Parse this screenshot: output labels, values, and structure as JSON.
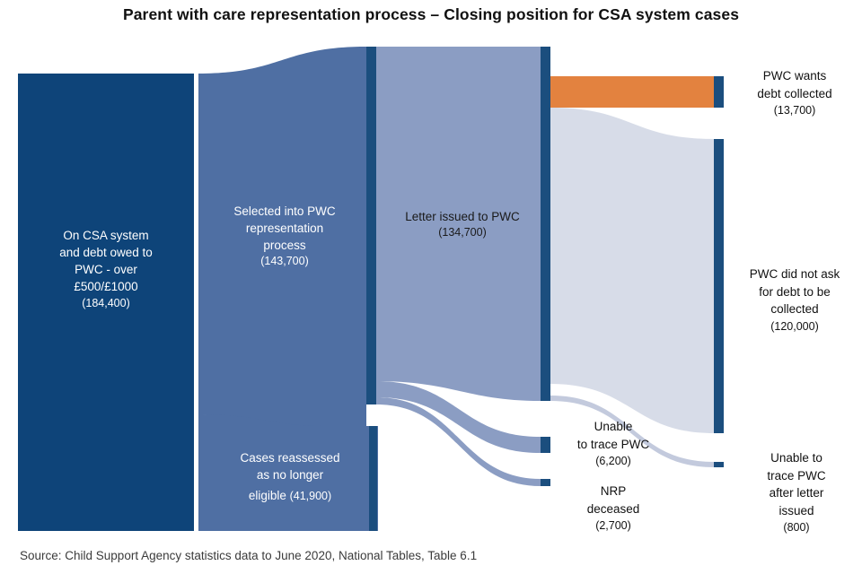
{
  "title": "Parent with care representation process – Closing position for CSA system cases",
  "source": "Source: Child Support Agency statistics data to June 2020, National Tables, Table 6.1",
  "colors": {
    "node_dark": "#1B4E7E",
    "node_darkest": "#0E4479",
    "flow_mid_blue": "#4F6FA3",
    "flow_light_blue": "#8B9DC3",
    "flow_pale_blue": "#D7DCE8",
    "flow_orange": "#E3823F",
    "background": "#FFFFFF",
    "text_dark": "#111111",
    "text_light": "#FFFFFF"
  },
  "nodes": {
    "on_csa_system": {
      "label_lines": [
        "On CSA system",
        "and debt owed to",
        "PWC - over",
        "£500/£1000"
      ],
      "value": "(184,400)",
      "raw_value": 184400
    },
    "selected_into_process": {
      "label_lines": [
        "Selected into PWC",
        "representation",
        "process"
      ],
      "value": "(143,700)",
      "raw_value": 143700
    },
    "cases_reassessed": {
      "label_lines": [
        "Cases reassessed",
        "as no longer"
      ],
      "last_line": "eligible",
      "value": "(41,900)",
      "raw_value": 41900
    },
    "letter_issued": {
      "label_lines": [
        "Letter issued to PWC"
      ],
      "value": "(134,700)",
      "raw_value": 134700
    },
    "unable_to_trace_pwc": {
      "label_lines": [
        "Unable",
        "to trace PWC"
      ],
      "value": "(6,200)",
      "raw_value": 6200
    },
    "nrp_deceased": {
      "label_lines": [
        "NRP",
        "deceased"
      ],
      "value": "(2,700)",
      "raw_value": 2700
    },
    "pwc_wants_debt_collected": {
      "label_lines": [
        "PWC wants",
        "debt collected"
      ],
      "value": "(13,700)",
      "raw_value": 13700
    },
    "pwc_did_not_ask": {
      "label_lines": [
        "PWC did not ask",
        "for debt to be",
        "collected"
      ],
      "value": "(120,000)",
      "raw_value": 120000
    },
    "unable_trace_after_letter": {
      "label_lines": [
        "Unable to",
        "trace PWC",
        "after letter",
        "issued"
      ],
      "value": "(800)",
      "raw_value": 800
    }
  },
  "chart_data": {
    "type": "sankey",
    "title": "Parent with care representation process – Closing position for CSA system cases",
    "units": "cases",
    "nodes": [
      {
        "id": "on_csa_system",
        "label": "On CSA system and debt owed to PWC - over £500/£1000",
        "value": 184400,
        "column": 0
      },
      {
        "id": "selected_into_process",
        "label": "Selected into PWC representation process",
        "value": 143700,
        "column": 1
      },
      {
        "id": "cases_reassessed",
        "label": "Cases reassessed as no longer eligible",
        "value": 41900,
        "column": 1
      },
      {
        "id": "letter_issued",
        "label": "Letter issued to PWC",
        "value": 134700,
        "column": 2
      },
      {
        "id": "unable_to_trace_pwc",
        "label": "Unable to trace PWC",
        "value": 6200,
        "column": 2
      },
      {
        "id": "nrp_deceased",
        "label": "NRP deceased",
        "value": 2700,
        "column": 2
      },
      {
        "id": "pwc_wants_debt_collected",
        "label": "PWC wants debt collected",
        "value": 13700,
        "column": 3
      },
      {
        "id": "pwc_did_not_ask",
        "label": "PWC did not ask for debt to be collected",
        "value": 120000,
        "column": 3
      },
      {
        "id": "unable_trace_after_letter",
        "label": "Unable to trace PWC after letter issued",
        "value": 800,
        "column": 3
      }
    ],
    "links": [
      {
        "source": "on_csa_system",
        "target": "selected_into_process",
        "value": 143700
      },
      {
        "source": "on_csa_system",
        "target": "cases_reassessed",
        "value": 41900
      },
      {
        "source": "selected_into_process",
        "target": "letter_issued",
        "value": 134700
      },
      {
        "source": "selected_into_process",
        "target": "unable_to_trace_pwc",
        "value": 6200
      },
      {
        "source": "selected_into_process",
        "target": "nrp_deceased",
        "value": 2700
      },
      {
        "source": "letter_issued",
        "target": "pwc_wants_debt_collected",
        "value": 13700
      },
      {
        "source": "letter_issued",
        "target": "pwc_did_not_ask",
        "value": 120000
      },
      {
        "source": "letter_issued",
        "target": "unable_trace_after_letter",
        "value": 800
      }
    ],
    "source_note": "Source: Child Support Agency statistics data to June 2020, National Tables, Table 6.1"
  }
}
